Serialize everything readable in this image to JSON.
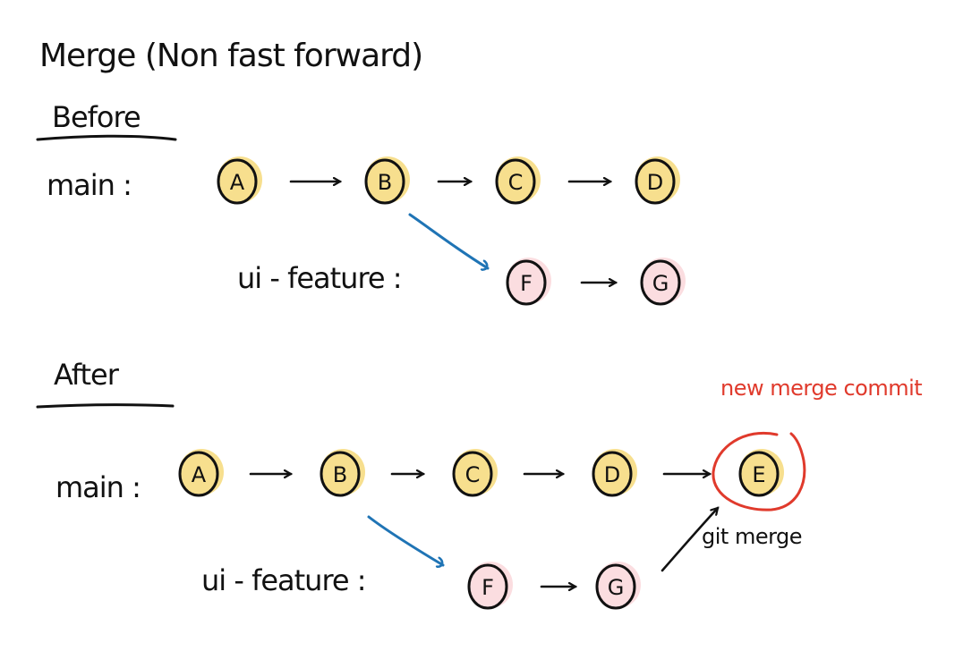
{
  "title": "Merge (Non fast forward)",
  "colors": {
    "main_fill": "#f7df8e",
    "feature_fill": "#fbdde0",
    "branch_arrow": "#1f74b5",
    "highlight": "#e03a2c",
    "ink": "#111111"
  },
  "before": {
    "heading": "Before",
    "main_label": "main :",
    "feature_label": "ui - feature :",
    "main_commits": [
      "A",
      "B",
      "C",
      "D"
    ],
    "feature_commits": [
      "F",
      "G"
    ]
  },
  "after": {
    "heading": "After",
    "main_label": "main :",
    "feature_label": "ui - feature :",
    "main_commits": [
      "A",
      "B",
      "C",
      "D",
      "E"
    ],
    "feature_commits": [
      "F",
      "G"
    ],
    "merge_annotation": "new merge commit",
    "merge_arrow_label": "git merge"
  }
}
